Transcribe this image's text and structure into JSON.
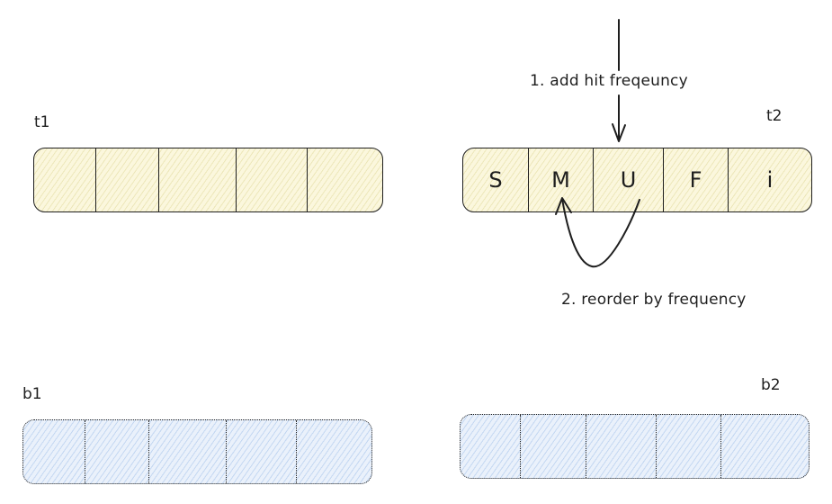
{
  "labels": {
    "t1": "t1",
    "t2": "t2",
    "b1": "b1",
    "b2": "b2"
  },
  "notes": {
    "step1": "1. add hit freqeuncy",
    "step2": "2. reorder by frequency"
  },
  "t2_cells": [
    "S",
    "M",
    "U",
    "F",
    "i"
  ],
  "colors": {
    "stroke": "#1e1e1e",
    "t_fill": "#fbf7dd",
    "b_fill": "#eaf1fb"
  }
}
